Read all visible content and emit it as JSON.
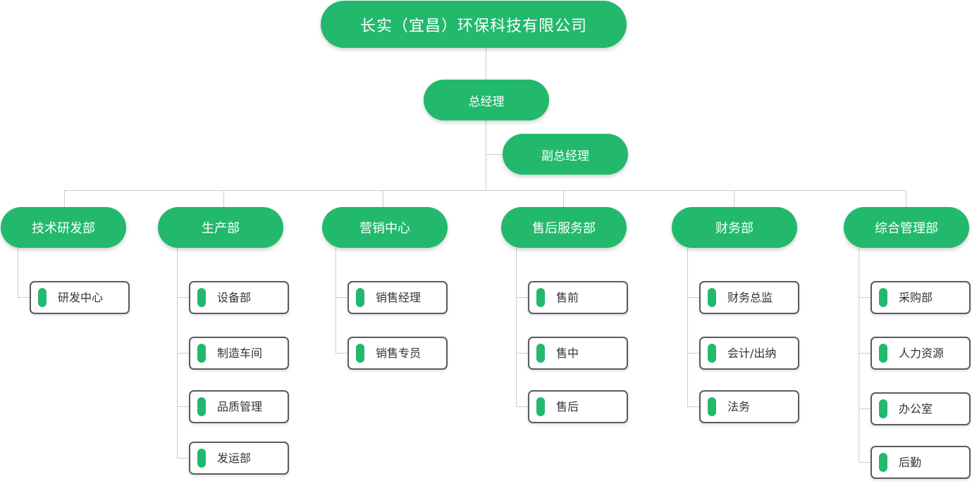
{
  "root": {
    "label": "长实（宜昌）环保科技有限公司"
  },
  "general_manager": {
    "label": "总经理"
  },
  "deputy_general_manager": {
    "label": "副总经理"
  },
  "colors": {
    "accent": "#22b96c",
    "card_border": "#5b5b5b",
    "connector": "#cccccc",
    "card_text": "#333333"
  },
  "departments": [
    {
      "key": "tech",
      "label": "技术研发部",
      "children": [
        "研发中心"
      ]
    },
    {
      "key": "production",
      "label": "生产部",
      "children": [
        "设备部",
        "制造车间",
        "品质管理",
        "发运部"
      ]
    },
    {
      "key": "marketing",
      "label": "营销中心",
      "children": [
        "销售经理",
        "销售专员"
      ]
    },
    {
      "key": "aftersales",
      "label": "售后服务部",
      "children": [
        "售前",
        "售中",
        "售后"
      ]
    },
    {
      "key": "finance",
      "label": "财务部",
      "children": [
        "财务总监",
        "会计/出纳",
        "法务"
      ]
    },
    {
      "key": "admin",
      "label": "综合管理部",
      "children": [
        "采购部",
        "人力资源",
        "办公室",
        "后勤"
      ]
    }
  ]
}
